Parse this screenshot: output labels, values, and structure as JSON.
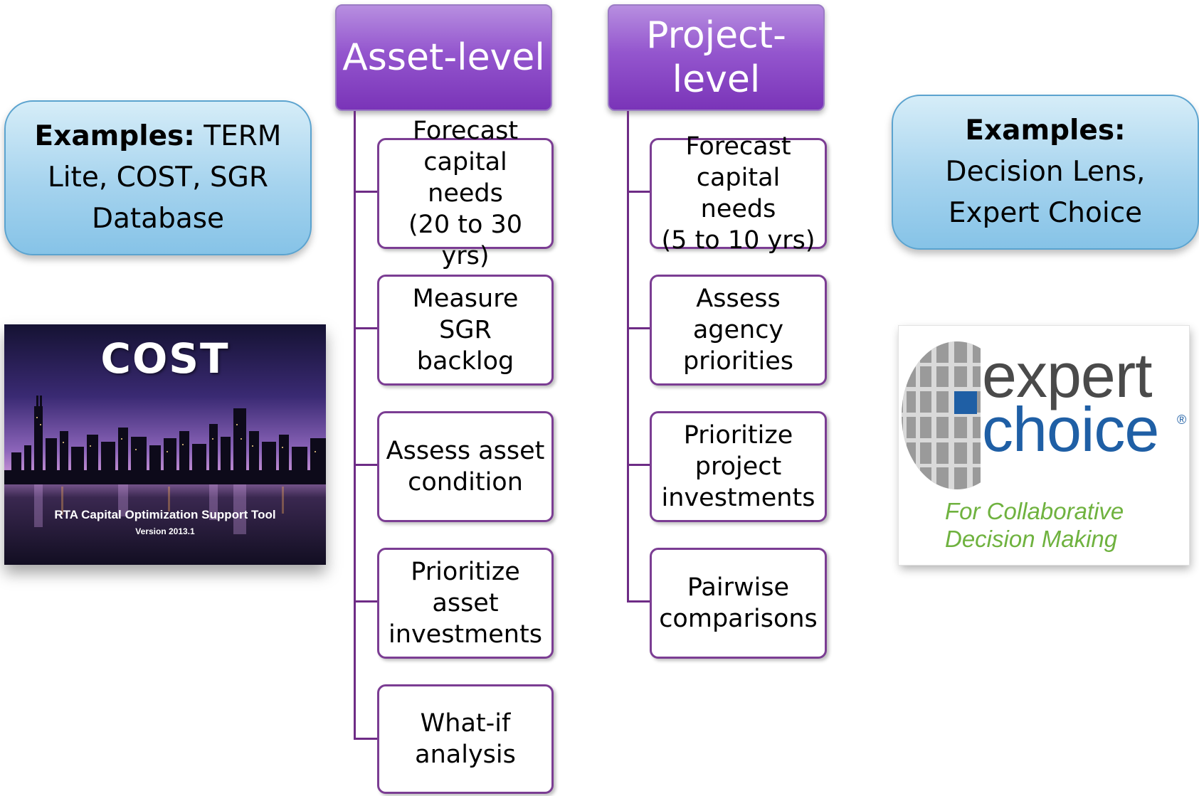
{
  "left_example": {
    "label": "Examples:",
    "text_line1": " TERM",
    "text_line2": "Lite, COST, SGR",
    "text_line3": "Database"
  },
  "right_example": {
    "label": "Examples:",
    "text_line1": "Decision Lens,",
    "text_line2": "Expert Choice"
  },
  "asset_column": {
    "header": "Asset-level",
    "tasks": [
      {
        "line1": "Forecast",
        "line2": "capital needs",
        "line3": "(20 to 30 yrs)"
      },
      {
        "line1": "Measure SGR",
        "line2": "backlog"
      },
      {
        "line1": "Assess asset",
        "line2": "condition"
      },
      {
        "line1": "Prioritize",
        "line2": "asset",
        "line3": "investments"
      },
      {
        "line1": "What-if",
        "line2": "analysis"
      }
    ]
  },
  "project_column": {
    "header_line1": "Project-",
    "header_line2": "level",
    "tasks": [
      {
        "line1": "Forecast",
        "line2": "capital needs",
        "line3": "(5 to 10 yrs)"
      },
      {
        "line1": "Assess",
        "line2": "agency",
        "line3": "priorities"
      },
      {
        "line1": "Prioritize",
        "line2": "project",
        "line3": "investments"
      },
      {
        "line1": "Pairwise",
        "line2": "comparisons"
      }
    ]
  },
  "cost_image": {
    "title": "COST",
    "subtitle": "RTA Capital Optimization Support Tool",
    "version": "Version 2013.1"
  },
  "expert_logo": {
    "word1": "expert",
    "word2": "choice",
    "registered": "®",
    "tagline_line1": "For Collaborative",
    "tagline_line2": "Decision Making"
  },
  "colors": {
    "header_purple": "#8e4cc8",
    "connector": "#6e2c86",
    "example_blue": "#a5d3ee",
    "logo_blue": "#1f5fa5",
    "logo_green": "#6fb23f"
  }
}
